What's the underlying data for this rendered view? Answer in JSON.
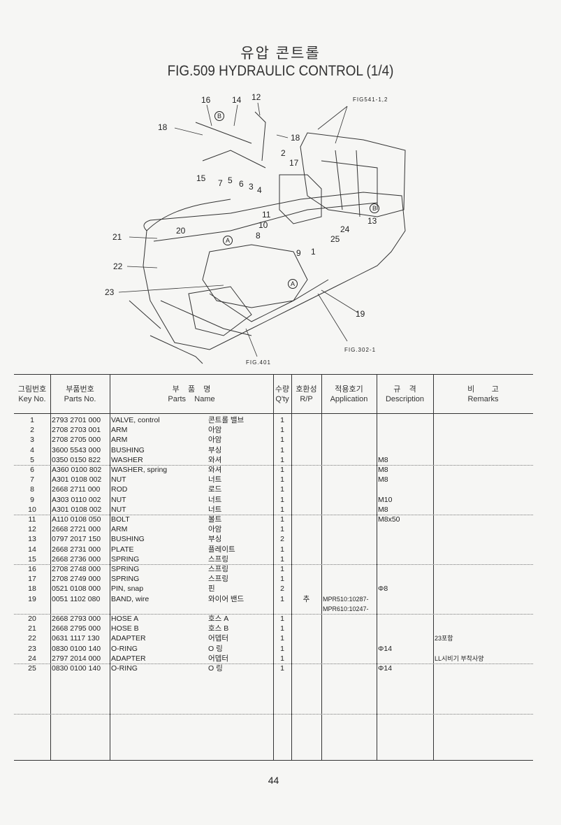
{
  "title_korean": "유압 콘트롤",
  "title": "FIG.509  HYDRAULIC CONTROL (1/4)",
  "diagram": {
    "callouts": [
      "16",
      "14",
      "12",
      "18",
      "18",
      "2",
      "17",
      "15",
      "7",
      "5",
      "6",
      "3",
      "4",
      "11",
      "10",
      "8",
      "9",
      "1",
      "24",
      "25",
      "13",
      "20",
      "21",
      "22",
      "23",
      "19"
    ],
    "refs": [
      "FIG541-1,2",
      "FIG.302-1",
      "FIG.401"
    ],
    "markers": [
      "B",
      "B",
      "A",
      "A"
    ]
  },
  "table": {
    "headers": [
      {
        "ko": "그림번호",
        "en": "Key No."
      },
      {
        "ko": "부품번호",
        "en": "Parts No."
      },
      {
        "ko": "부    품    명",
        "en": "Parts    Name"
      },
      {
        "ko": "수량",
        "en": "Q'ty"
      },
      {
        "ko": "호환성",
        "en": "R/P"
      },
      {
        "ko": "적용호기",
        "en": "Application"
      },
      {
        "ko": "규    격",
        "en": "Description"
      },
      {
        "ko": "비        고",
        "en": "Remarks"
      }
    ],
    "rows": [
      {
        "key": "1",
        "part": "2793 2701 000",
        "name": "VALVE, control",
        "name_ko": "콘트롤 밸브",
        "qty": "1",
        "rp": "",
        "app": "",
        "desc": "",
        "rem": ""
      },
      {
        "key": "2",
        "part": "2708 2703 001",
        "name": "ARM",
        "name_ko": "아암",
        "qty": "1",
        "rp": "",
        "app": "",
        "desc": "",
        "rem": ""
      },
      {
        "key": "3",
        "part": "2708 2705 000",
        "name": "ARM",
        "name_ko": "아암",
        "qty": "1",
        "rp": "",
        "app": "",
        "desc": "",
        "rem": ""
      },
      {
        "key": "4",
        "part": "3600 5543 000",
        "name": "BUSHING",
        "name_ko": "부싱",
        "qty": "1",
        "rp": "",
        "app": "",
        "desc": "",
        "rem": ""
      },
      {
        "key": "5",
        "part": "0350 0150 822",
        "name": "WASHER",
        "name_ko": "와셔",
        "qty": "1",
        "rp": "",
        "app": "",
        "desc": "M8",
        "rem": ""
      },
      {
        "key": "6",
        "part": "A360 0100 802",
        "name": "WASHER, spring",
        "name_ko": "와셔",
        "qty": "1",
        "rp": "",
        "app": "",
        "desc": "M8",
        "rem": ""
      },
      {
        "key": "7",
        "part": "A301 0108 002",
        "name": "NUT",
        "name_ko": "너트",
        "qty": "1",
        "rp": "",
        "app": "",
        "desc": "M8",
        "rem": ""
      },
      {
        "key": "8",
        "part": "2668 2711 000",
        "name": "ROD",
        "name_ko": "로드",
        "qty": "1",
        "rp": "",
        "app": "",
        "desc": "",
        "rem": ""
      },
      {
        "key": "9",
        "part": "A303 0110 002",
        "name": "NUT",
        "name_ko": "너트",
        "qty": "1",
        "rp": "",
        "app": "",
        "desc": "M10",
        "rem": ""
      },
      {
        "key": "10",
        "part": "A301 0108 002",
        "name": "NUT",
        "name_ko": "너트",
        "qty": "1",
        "rp": "",
        "app": "",
        "desc": "M8",
        "rem": ""
      },
      {
        "key": "11",
        "part": "A110 0108 050",
        "name": "BOLT",
        "name_ko": "볼트",
        "qty": "1",
        "rp": "",
        "app": "",
        "desc": "M8x50",
        "rem": ""
      },
      {
        "key": "12",
        "part": "2668 2721 000",
        "name": "ARM",
        "name_ko": "아암",
        "qty": "1",
        "rp": "",
        "app": "",
        "desc": "",
        "rem": ""
      },
      {
        "key": "13",
        "part": "0797 2017 150",
        "name": "BUSHING",
        "name_ko": "부싱",
        "qty": "2",
        "rp": "",
        "app": "",
        "desc": "",
        "rem": ""
      },
      {
        "key": "14",
        "part": "2668 2731 000",
        "name": "PLATE",
        "name_ko": "플레이트",
        "qty": "1",
        "rp": "",
        "app": "",
        "desc": "",
        "rem": ""
      },
      {
        "key": "15",
        "part": "2668 2736 000",
        "name": "SPRING",
        "name_ko": "스프링",
        "qty": "1",
        "rp": "",
        "app": "",
        "desc": "",
        "rem": ""
      },
      {
        "key": "16",
        "part": "2708 2748 000",
        "name": "SPRING",
        "name_ko": "스프링",
        "qty": "1",
        "rp": "",
        "app": "",
        "desc": "",
        "rem": ""
      },
      {
        "key": "17",
        "part": "2708 2749 000",
        "name": "SPRING",
        "name_ko": "스프링",
        "qty": "1",
        "rp": "",
        "app": "",
        "desc": "",
        "rem": ""
      },
      {
        "key": "18",
        "part": "0521 0108 000",
        "name": "PIN, snap",
        "name_ko": "핀",
        "qty": "2",
        "rp": "",
        "app": "",
        "desc": "Φ8",
        "rem": ""
      },
      {
        "key": "19",
        "part": "0051 1102 080",
        "name": "BAND, wire",
        "name_ko": "와이어 밴드",
        "qty": "1",
        "rp": "추",
        "app": "MPR510:10287-",
        "desc": "",
        "rem": ""
      },
      {
        "key": "",
        "part": "",
        "name": "",
        "name_ko": "",
        "qty": "",
        "rp": "",
        "app": "MPR610:10247-",
        "desc": "",
        "rem": ""
      },
      {
        "key": "20",
        "part": "2668 2793 000",
        "name": "HOSE A",
        "name_ko": "호스 A",
        "qty": "1",
        "rp": "",
        "app": "",
        "desc": "",
        "rem": ""
      },
      {
        "key": "21",
        "part": "2668 2795 000",
        "name": "HOSE B",
        "name_ko": "호스 B",
        "qty": "1",
        "rp": "",
        "app": "",
        "desc": "",
        "rem": ""
      },
      {
        "key": "22",
        "part": "0631 1117 130",
        "name": "ADAPTER",
        "name_ko": "어뎁터",
        "qty": "1",
        "rp": "",
        "app": "",
        "desc": "",
        "rem": "23포함"
      },
      {
        "key": "23",
        "part": "0830 0100 140",
        "name": "O-RING",
        "name_ko": "O 링",
        "qty": "1",
        "rp": "",
        "app": "",
        "desc": "Φ14",
        "rem": ""
      },
      {
        "key": "24",
        "part": "2797 2014 000",
        "name": "ADAPTER",
        "name_ko": "어뎁터",
        "qty": "1",
        "rp": "",
        "app": "",
        "desc": "",
        "rem": "LL시비기 부착사양"
      },
      {
        "key": "25",
        "part": "0830 0100 140",
        "name": "O-RING",
        "name_ko": "O 링",
        "qty": "1",
        "rp": "",
        "app": "",
        "desc": "Φ14",
        "rem": ""
      }
    ]
  },
  "page_number": "44"
}
